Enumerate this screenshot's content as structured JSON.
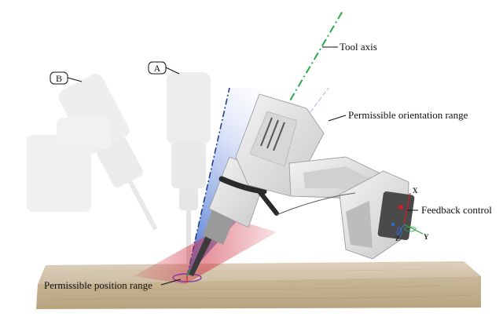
{
  "labels": {
    "tool_axis": "Tool axis",
    "orientation_range": "Permissible orientation range",
    "feedback_control": "Feedback control",
    "position_range": "Permissible position range"
  },
  "pose_tags": {
    "a": "A",
    "b": "B"
  },
  "axis_labels": {
    "x": "X",
    "y": "Y",
    "z": "Z"
  },
  "colors": {
    "tool_axis": "#2aa84a",
    "orientation_cone": "#3f6fd0",
    "position_zone": "#d23a4a",
    "board": "#d9cbb4",
    "drill_body": "#e6e6e6",
    "drill_dark": "#3a3a3a",
    "feedback_led": "#d0202a"
  }
}
